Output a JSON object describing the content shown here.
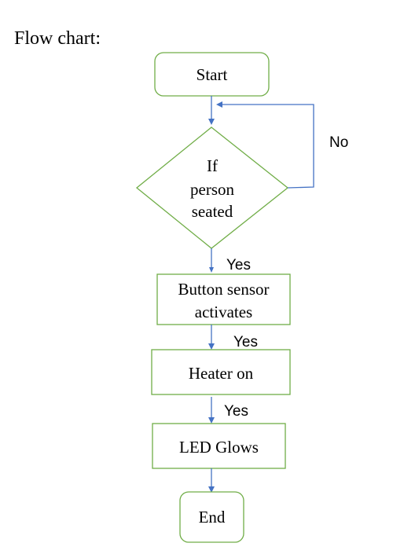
{
  "heading": "Flow chart:",
  "nodes": {
    "start": "Start",
    "decision": [
      "If",
      "person",
      "seated"
    ],
    "button_sensor": [
      "Button sensor",
      "activates"
    ],
    "heater": "Heater on",
    "led": "LED Glows",
    "end": "End"
  },
  "edge_labels": {
    "no": "No",
    "yes_1": "Yes",
    "yes_2": "Yes",
    "yes_3": "Yes"
  },
  "colors": {
    "node_border": "#70ad47",
    "connector": "#4472c4"
  }
}
